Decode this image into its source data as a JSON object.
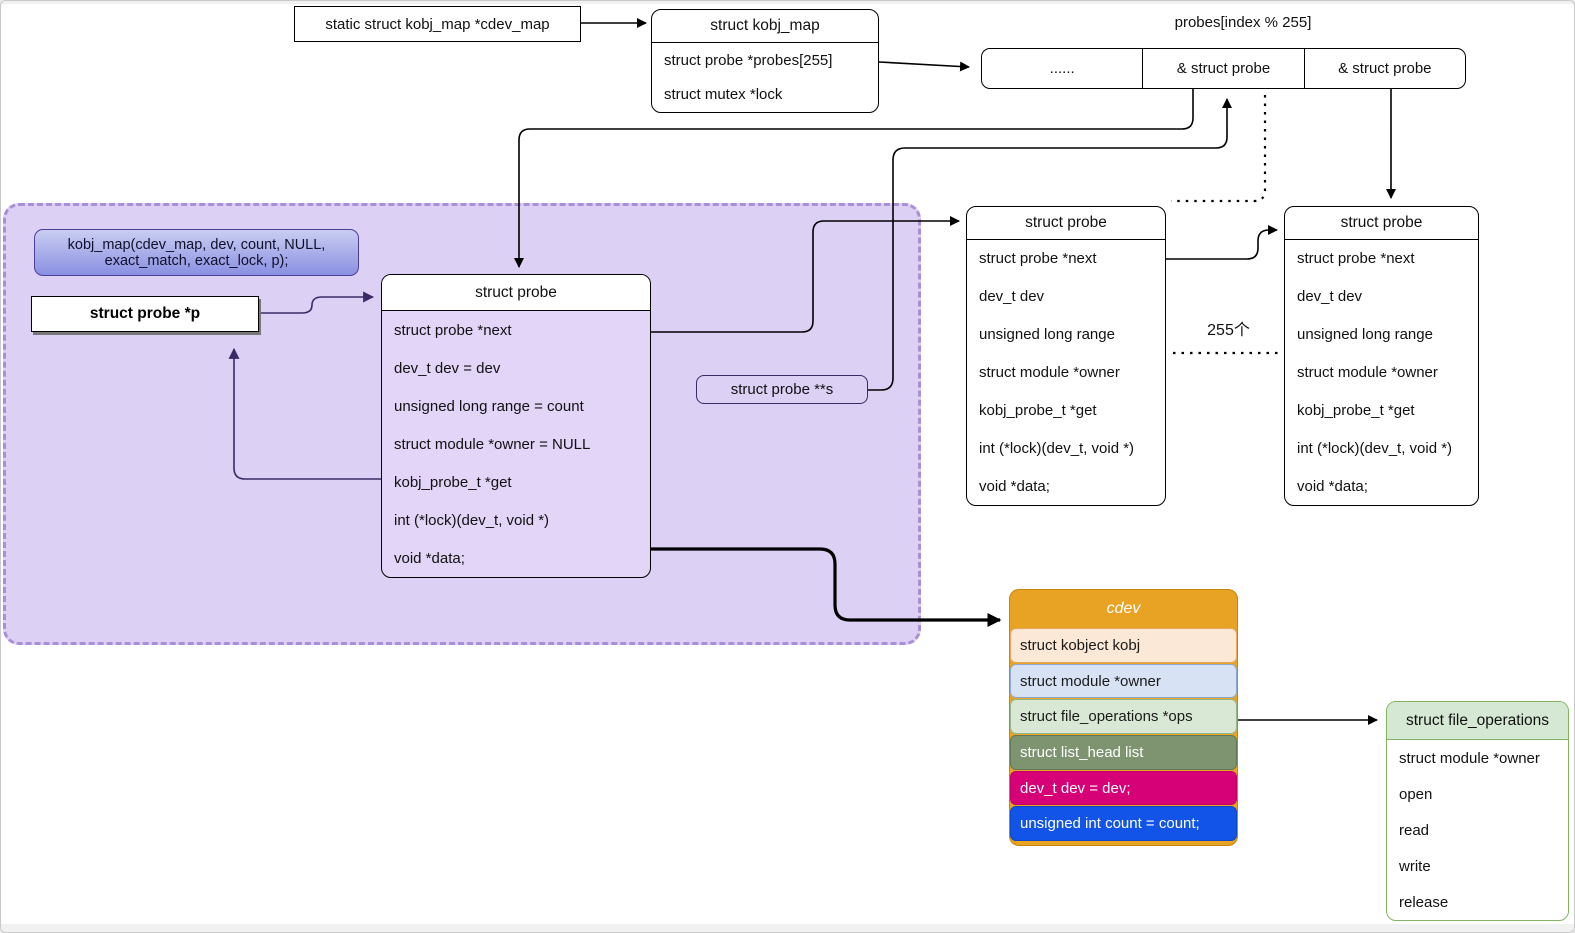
{
  "colors": {
    "region-fill": "#ddd0f5",
    "region-border": "#a98fd8",
    "probe-body": "#e2d5f8",
    "callout-top": "#c9cdf2",
    "callout-bottom": "#8a90e2",
    "callout-border": "#4c3f97",
    "pointer-purple": "#3b2a66",
    "cdev-orange": "#e8a224",
    "fileops-green": "#d5e8d4",
    "fileops-border": "#82b366",
    "line-black": "#000000"
  },
  "top": {
    "cdev_map_ptr": "static struct kobj_map *cdev_map",
    "kobj_map": {
      "title": "struct kobj_map",
      "fields": [
        "struct probe *probes[255]",
        "struct mutex *lock"
      ]
    },
    "probes_array": {
      "caption": "probes[index % 255]",
      "cells": [
        "......",
        "& struct probe",
        "& struct probe"
      ]
    }
  },
  "call_region": {
    "call_label": "kobj_map(cdev_map, dev, count, NULL, exact_match, exact_lock, p);",
    "probe_p": "struct probe *p",
    "probe_s": "struct probe **s",
    "probe_new": {
      "title": "struct probe",
      "fields": [
        "struct probe *next",
        "dev_t dev = dev",
        "unsigned long range = count",
        "struct module *owner = NULL",
        "kobj_probe_t *get",
        "int (*lock)(dev_t, void *)",
        "void *data;"
      ]
    }
  },
  "probe_list": {
    "count_label": "255个",
    "probe_1": {
      "title": "struct probe",
      "fields": [
        "struct probe *next",
        "dev_t dev",
        "unsigned long range",
        "struct module *owner",
        "kobj_probe_t *get",
        "int (*lock)(dev_t, void *)",
        "void *data;"
      ]
    },
    "probe_2": {
      "title": "struct probe",
      "fields": [
        "struct probe *next",
        "dev_t dev",
        "unsigned long range",
        "struct module *owner",
        "kobj_probe_t *get",
        "int (*lock)(dev_t, void *)",
        "void *data;"
      ]
    }
  },
  "cdev": {
    "title": "cdev",
    "rows": [
      {
        "label": "struct kobject kobj",
        "bg": "#fce8d7",
        "fg": "#1a1a1a",
        "border": "#e8a85c"
      },
      {
        "label": "struct module *owner",
        "bg": "#d7e3f5",
        "fg": "#1a1a1a",
        "border": "#8faad0"
      },
      {
        "label": "struct file_operations *ops",
        "bg": "#d9e8d4",
        "fg": "#1a1a1a",
        "border": "#92b887"
      },
      {
        "label": "struct list_head list",
        "bg": "#7e9470",
        "fg": "#ffffff",
        "border": "#62775a"
      },
      {
        "label": "dev_t dev = dev;",
        "bg": "#d60077",
        "fg": "#ffffff",
        "border": "#c10068"
      },
      {
        "label": "unsigned int count = count;",
        "bg": "#1254e8",
        "fg": "#ffffff",
        "border": "#0d47c4"
      }
    ]
  },
  "file_operations": {
    "title": "struct file_operations",
    "fields": [
      "struct module *owner",
      "open",
      "read",
      "write",
      "release"
    ]
  }
}
